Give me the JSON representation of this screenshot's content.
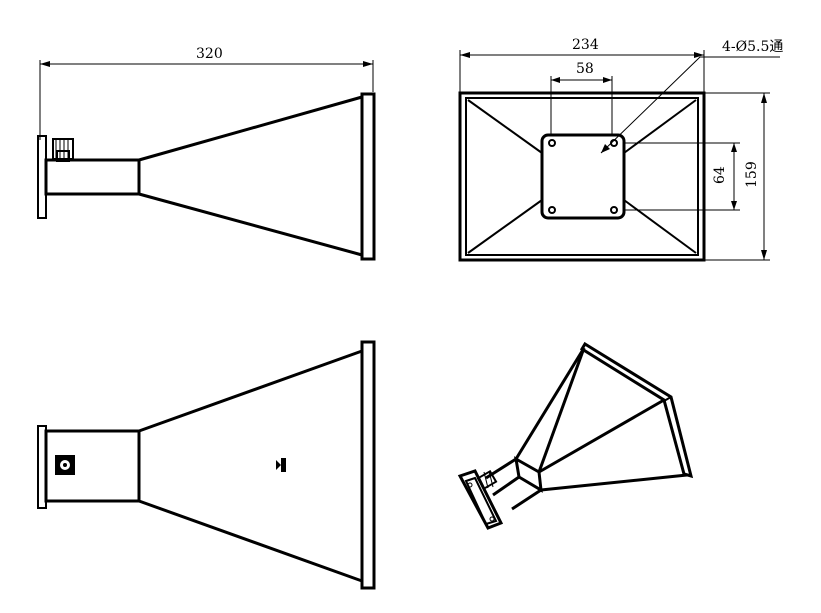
{
  "drawing": {
    "views": [
      "side-view",
      "front-view",
      "bottom-view",
      "isometric-view"
    ],
    "dimensions": {
      "overall_length": "320",
      "aperture_width": "234",
      "hole_spacing_horizontal": "58",
      "hole_note": "4-Ø5.5通",
      "hole_spacing_vertical": "64",
      "aperture_height": "159"
    },
    "colors": {
      "line": "#000000",
      "background": "#ffffff"
    }
  }
}
